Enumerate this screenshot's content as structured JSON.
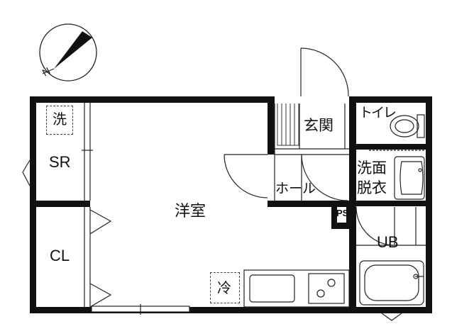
{
  "rooms": {
    "washer_spot": "洗",
    "storage_room": "SR",
    "closet": "CL",
    "western_room": "洋室",
    "fridge_spot": "冷",
    "entrance": "玄関",
    "hall": "ホール",
    "toilet": "トイレ",
    "washroom_line1": "洗面",
    "washroom_line2": "脱衣",
    "pipe_space": "PS",
    "unit_bath": "UB"
  },
  "compass": {
    "north_mark": "N"
  },
  "colors": {
    "wall": "#111111",
    "line": "#222222",
    "background": "#ffffff"
  }
}
